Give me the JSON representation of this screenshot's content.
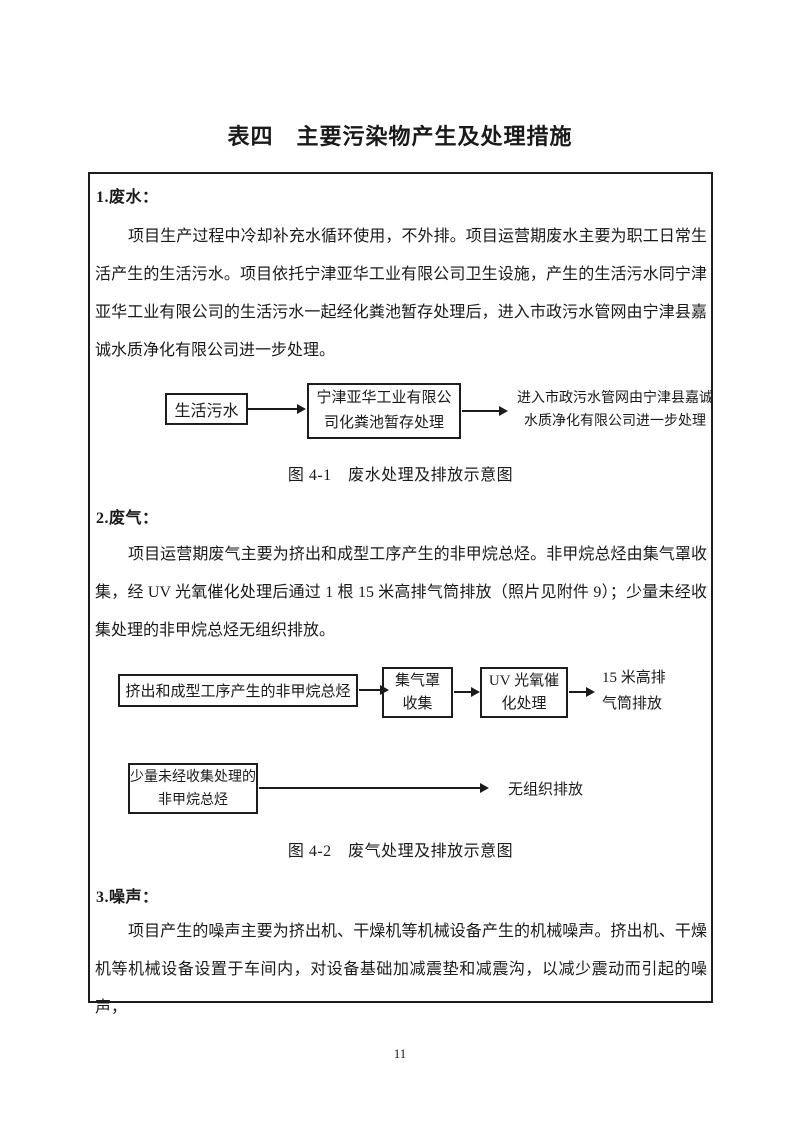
{
  "document": {
    "title": "表四　主要污染物产生及处理措施",
    "page_number": "11"
  },
  "wastewater": {
    "heading": "1.废水：",
    "body": "项目生产过程中冷却补充水循环使用，不外排。项目运营期废水主要为职工日常生活产生的生活污水。项目依托宁津亚华工业有限公司卫生设施，产生的生活污水同宁津亚华工业有限公司的生活污水一起经化粪池暂存处理后，进入市政污水管网由宁津县嘉诚水质净化有限公司进一步处理。"
  },
  "waste_gas": {
    "heading": "2.废气：",
    "body": "项目运营期废气主要为挤出和成型工序产生的非甲烷总烃。非甲烷总烃由集气罩收集，经 UV 光氧催化处理后通过 1 根 15 米高排气筒排放（照片见附件 9）；少量未经收集处理的非甲烷总烃无组织排放。"
  },
  "noise": {
    "heading": "3.噪声：",
    "body": "项目产生的噪声主要为挤出机、干燥机等机械设备产生的机械噪声。挤出机、干燥机等机械设备设置于车间内，对设备基础加减震垫和减震沟，以减少震动而引起的噪声，"
  },
  "figure1": {
    "caption": "图 4-1　废水处理及排放示意图",
    "source_box": "生活污水",
    "treatment_box": {
      "lines": [
        "宁津亚华工业有限公",
        "司化粪池暂存处理"
      ]
    },
    "discharge_text": {
      "lines": [
        "进入市政污水管网由宁津县嘉诚",
        "水质净化有限公司进一步处理"
      ]
    }
  },
  "figure2": {
    "caption": "图 4-2　废气处理及排放示意图",
    "source_box": "挤出和成型工序产生的非甲烷总烃",
    "collection_box": {
      "lines": [
        "集气罩",
        "收集"
      ]
    },
    "uv_box": {
      "lines": [
        "UV 光氧催",
        "化处理"
      ]
    },
    "stack_text": {
      "lines": [
        "15 米高排",
        "气筒排放"
      ]
    },
    "fugitive_box": {
      "lines": [
        "少量未经收集处理的",
        "非甲烷总烃"
      ]
    },
    "fugitive_text": "无组织排放"
  }
}
